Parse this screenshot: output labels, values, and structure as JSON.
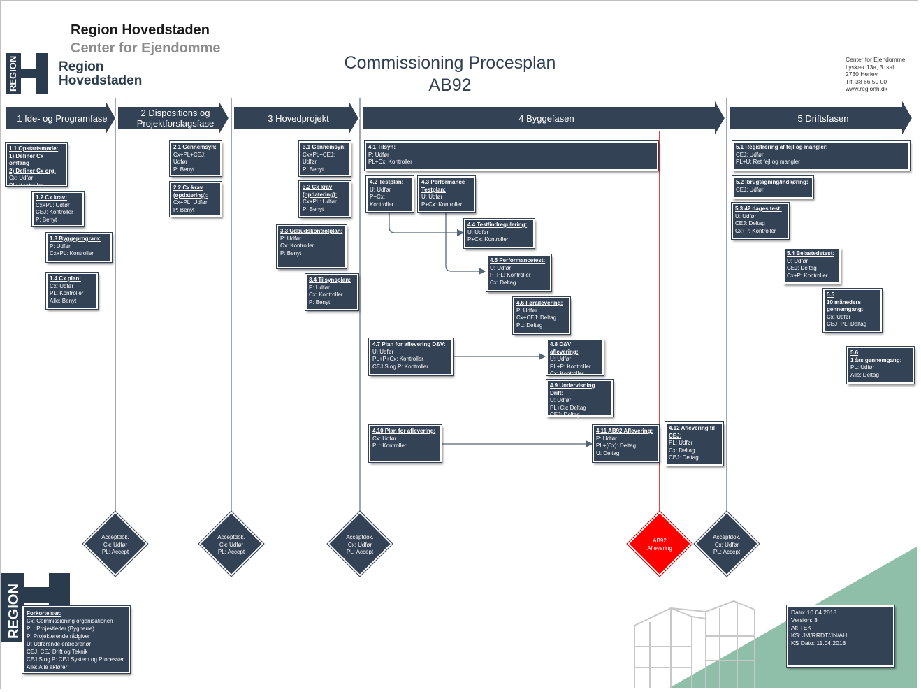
{
  "header": {
    "org_name": "Region Hovedstaden",
    "org_unit": "Center for Ejendomme",
    "logo_vertical": "REGION",
    "logo_text_line1": "Region",
    "logo_text_line2": "Hovedstaden",
    "title_line1": "Commissioning Procesplan",
    "title_line2": "AB92"
  },
  "contact": {
    "lines": [
      "Center for Ejendomme",
      "Lyskær 13a, 3. sal",
      "2730 Herlev",
      "Tlf. 38 66 50 00",
      "www.regionh.dk"
    ]
  },
  "phases": [
    {
      "line1": "1 Ide- og Programfase",
      "line2": ""
    },
    {
      "line1": "2 Dispositions og",
      "line2": "Projektforslagsfase"
    },
    {
      "line1": "3 Hovedprojekt",
      "line2": ""
    },
    {
      "line1": "4 Byggefasen",
      "line2": ""
    },
    {
      "line1": "5 Driftsfasen",
      "line2": ""
    }
  ],
  "activities": [
    {
      "title": [
        "1.1 Opstartsmøde:",
        "1) Definer Cx omfang",
        "2) Definer Cx org."
      ],
      "lines": [
        "Cx: Udfør",
        "PL: Kontroller"
      ]
    },
    {
      "title": [
        "1.2 Cx krav:"
      ],
      "lines": [
        "Cx+PL: Udfør",
        "CEJ: Kontroller",
        "P: Benyt"
      ]
    },
    {
      "title": [
        "1.3 Byggeprogram:"
      ],
      "lines": [
        "P: Udfør",
        "Cx+PL: Kontroller"
      ]
    },
    {
      "title": [
        "1.4 Cx plan:"
      ],
      "lines": [
        "Cx: Udfør",
        "PL: Kontroller",
        "Alle: Benyt"
      ]
    },
    {
      "title": [
        "2.1 Gennemsyn:"
      ],
      "lines": [
        "Cx+PL+CEJ:",
        "Udfør",
        "P: Benyt"
      ]
    },
    {
      "title": [
        "2.2 Cx krav",
        "(opdatering):"
      ],
      "lines": [
        "Cx+PL: Udfør",
        "P: Benyt"
      ]
    },
    {
      "title": [
        "3.1 Gennemsyn:"
      ],
      "lines": [
        "Cx+PL+CEJ:",
        "Udfør",
        "P: Benyt"
      ]
    },
    {
      "title": [
        "3.2 Cx krav",
        "(opdatering):"
      ],
      "lines": [
        "Cx+PL: Udfør",
        "P: Benyt"
      ]
    },
    {
      "title": [
        "3.3 Udbudskontrolplan:"
      ],
      "lines": [
        "P: Udfør",
        "Cx: Kontroller",
        "P: Benyt"
      ]
    },
    {
      "title": [
        "3.4 Tilsynsplan:"
      ],
      "lines": [
        "P: Udfør",
        "Cx: Kontroller",
        "P: Benyt"
      ]
    },
    {
      "title": [
        "4.1 Tilsyn:"
      ],
      "lines": [
        "P: Udfør",
        "PL+Cx: Kontroller"
      ]
    },
    {
      "title": [
        "4.2 Testplan:"
      ],
      "lines": [
        "U: Udfør",
        "P+Cx:",
        "Kontroller"
      ]
    },
    {
      "title": [
        "4.3 Performance",
        "Testplan:"
      ],
      "lines": [
        "U: Udfør",
        "P+Cx: Kontroller"
      ]
    },
    {
      "title": [
        "4.4 Test/indregulering:"
      ],
      "lines": [
        "U: Udfør",
        "P+Cx: Kontroller"
      ]
    },
    {
      "title": [
        "4.5 Performancetest:"
      ],
      "lines": [
        "U: Udfør",
        "P+PL: Kontroller",
        "Cx: Deltag"
      ]
    },
    {
      "title": [
        "4.6 Førailevering:"
      ],
      "lines": [
        "P: Udfør",
        "Cx+CEJ: Deltag",
        "PL: Deltag"
      ]
    },
    {
      "title": [
        "4.7 Plan for aflevering D&V:"
      ],
      "lines": [
        "U: Udfør",
        "PL+P+Cx: Kontroller",
        "CEJ S og P: Kontroller"
      ]
    },
    {
      "title": [
        "4.8 D&V aflevering:"
      ],
      "lines": [
        "U: Udfør",
        "PL+P: Kontroller",
        "Cx: Kontroller"
      ]
    },
    {
      "title": [
        "4.9 Undervisning Drift:"
      ],
      "lines": [
        "U: Udfør",
        "PL+Cx: Deltag",
        "CEJ: Deltag"
      ]
    },
    {
      "title": [
        "4.10 Plan for aflevering:"
      ],
      "lines": [
        "Cx: Udfør",
        "PL: Kontroller"
      ]
    },
    {
      "title": [
        "4.11 AB92 Aflevering:"
      ],
      "lines": [
        "P: Udfør",
        "PL+(Cx): Deltag",
        "U: Deltag"
      ]
    },
    {
      "title": [
        "4.12 Aflevering til",
        "CEJ:"
      ],
      "lines": [
        "PL: Udfør",
        "Cx: Deltag",
        "CEJ: Deltag"
      ]
    },
    {
      "title": [
        "5.1 Registrering af fejl og mangler:"
      ],
      "lines": [
        "CEJ: Udfør",
        "PL+U: Ret fejl og mangler"
      ]
    },
    {
      "title": [
        "5.2 Ibrugtagning/indkøring:"
      ],
      "lines": [
        "CEJ: Udfør"
      ]
    },
    {
      "title": [
        "5.3 42 dages test:"
      ],
      "lines": [
        "U: Udfør",
        "CEJ: Deltag",
        "Cx+P: Kontroller"
      ]
    },
    {
      "title": [
        "5.4 Belastedetest:"
      ],
      "lines": [
        "U: Udfør",
        "CEJ: Deltag",
        "Cx+P: Kontroller"
      ]
    },
    {
      "title": [
        "5.5",
        "10 måneders",
        "gennemgang:"
      ],
      "lines": [
        "Cx: Udfør",
        "CEJ+PL: Deltag"
      ]
    },
    {
      "title": [
        "5.6",
        "1 års gennemgang:"
      ],
      "lines": [
        "PL: Udfør",
        "Alle: Deltag"
      ]
    }
  ],
  "gates": [
    {
      "lines": [
        "Acceptdok.",
        "Cx: Udfør",
        "PL: Accept"
      ]
    },
    {
      "lines": [
        "Acceptdok.",
        "Cx: Udfør",
        "PL: Accept"
      ]
    },
    {
      "lines": [
        "Acceptdok.",
        "Cx: Udfør",
        "PL: Accept"
      ]
    },
    {
      "lines": [
        "AB92",
        "Aflevering"
      ]
    },
    {
      "lines": [
        "Acceptdok.",
        "Cx: Udfør",
        "PL: Accept"
      ]
    }
  ],
  "colors": {
    "box": "#344256",
    "gate_red": "#ff0000",
    "red_line": "#e00000",
    "green": "#8fbfa8"
  },
  "abbreviations": {
    "title": "Forkortelser:",
    "lines": [
      "Cx: Commissioning organisationen",
      "PL: Projektleder (Bygherre)",
      "P: Projekterende rådgiver",
      "U: Udførende entreprenør",
      "CEJ: CEJ Drift og Teknik",
      "CEJ S og P: CEJ System og Processer",
      "Alle: Alle aktører"
    ]
  },
  "document_info": {
    "lines": [
      "Dato: 10.04.2018",
      "Version: 3",
      "Af: TEK",
      "KS: JM/RRDT/JN/AH",
      "KS Dato: 11.04.2018"
    ]
  },
  "footer_logo": "REGION"
}
